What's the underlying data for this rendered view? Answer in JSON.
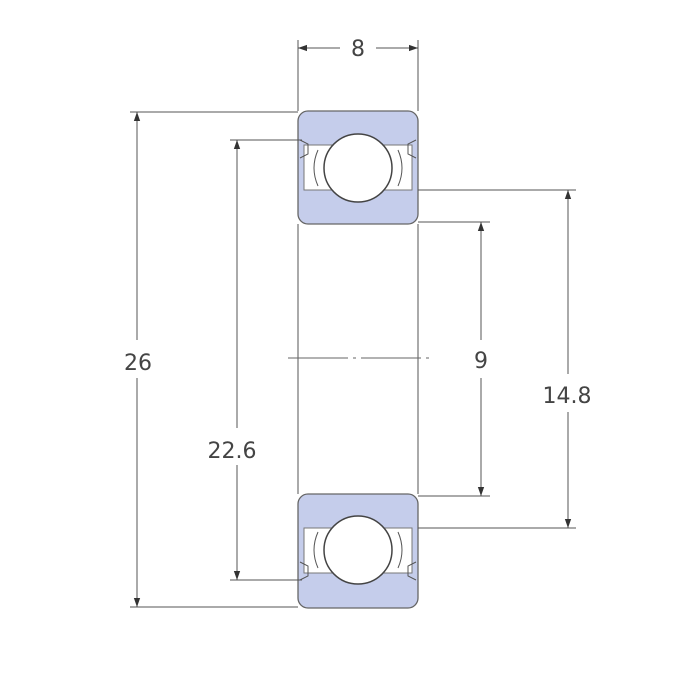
{
  "drawing": {
    "title": "Deep groove ball bearing dimension drawing",
    "dimensions": {
      "width": "8",
      "outer_diameter": "26",
      "outer_ring_shoulder": "22.6",
      "bore": "9",
      "inner_ring_shoulder": "14.8"
    },
    "colors": {
      "ring_fill": "#c5cdeb",
      "line": "#555555"
    }
  }
}
